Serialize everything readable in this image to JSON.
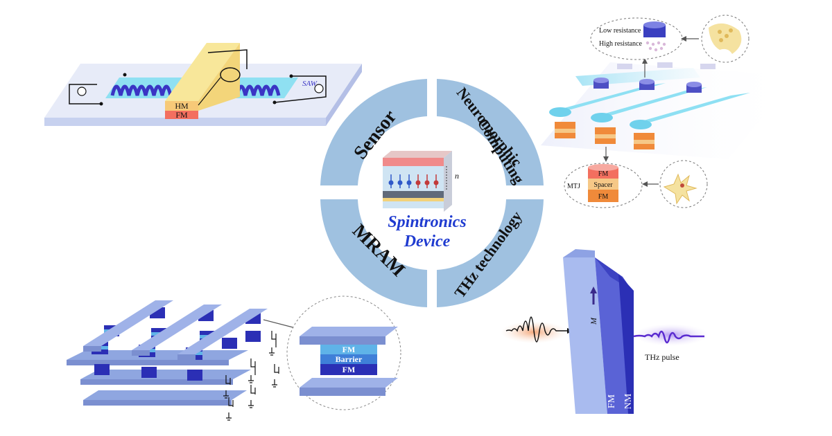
{
  "center": {
    "title_line1": "Spintronics",
    "title_line2": "Device",
    "stack_label": "n",
    "quadrants": {
      "sensor": "Sensor",
      "neuro_line1": "Neuromorphic",
      "neuro_line2": "Computing",
      "mram": "MRAM",
      "thz": "THz technology"
    }
  },
  "saw_panel": {
    "hm_label": "HM",
    "fm_label": "FM",
    "saw_label": "SAW"
  },
  "neuro_panel": {
    "low_resistance": "Low resistance",
    "high_resistance": "High resistance",
    "mtj_label": "MTJ",
    "fm_top": "FM",
    "spacer": "Spacer",
    "fm_bottom": "FM"
  },
  "mram_panel": {
    "fm_top": "FM",
    "barrier": "Barrier",
    "fm_bottom": "FM"
  },
  "thz_panel": {
    "m_label": "M",
    "fm_label": "FM",
    "nm_label": "NM",
    "pulse_label": "THz pulse"
  },
  "colors": {
    "ring": "#9fc1e0",
    "title": "#1f3bd0",
    "fm_orange": "#f08a3a",
    "fm_salmon": "#f36f5f",
    "hm_yellow": "#f8e79a",
    "deep_blue": "#2b2fb5",
    "rail_blue": "#8fa6e0",
    "pulse_purple": "#5a2bd0"
  }
}
